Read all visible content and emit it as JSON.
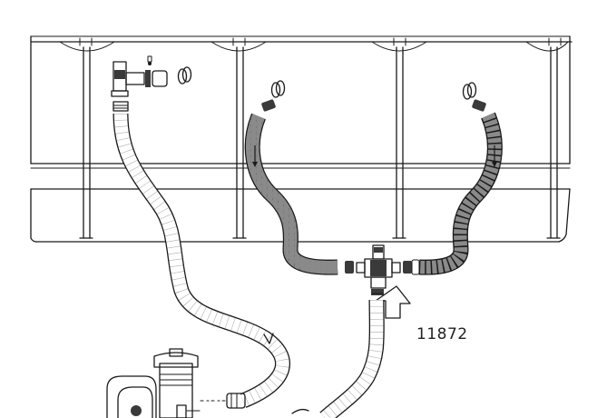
{
  "part_number": "11872",
  "colors": {
    "line": "#1a1a1a",
    "hose_fill": "#8a8a8a",
    "background": "#ffffff",
    "fitting_dark": "#3a3a3a"
  },
  "icons": {
    "pool_frame": "pool-frame-wall",
    "split_valve": "split-valve-fitting",
    "inlet_connector": "strainer-connector",
    "flow_arrow": "outline-up-arrow",
    "pump": "filter-pump-unit"
  }
}
